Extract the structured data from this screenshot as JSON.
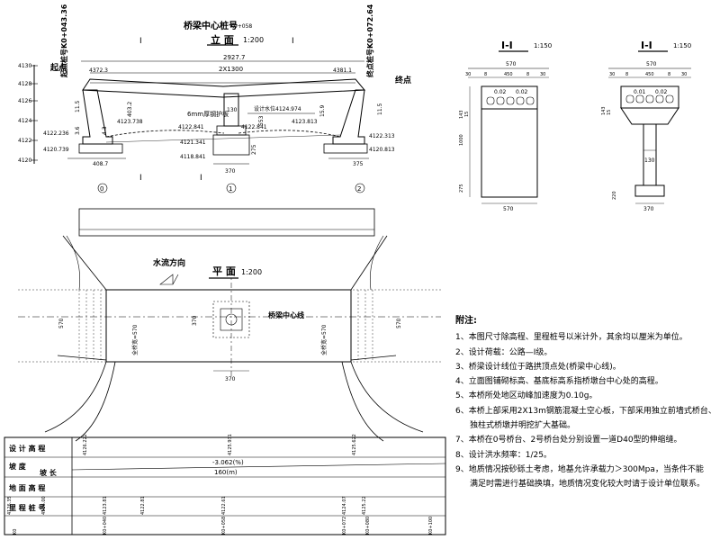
{
  "elevation": {
    "heading": "桥梁中心桩号",
    "heading_station": "K0+058",
    "title": "立 面",
    "scale": "1:200",
    "section_marks": [
      "I",
      "I",
      "I",
      "I"
    ],
    "span_total": "2927.7",
    "span_each": "2X1300",
    "left_station_vertical": "起点桩号K0+043.36",
    "right_station_vertical": "终点桩号K0+072.64",
    "start_label": "起点",
    "end_label": "终点",
    "elev_levels": [
      "4130",
      "4128",
      "4126",
      "4124",
      "4122",
      "4120"
    ],
    "left_deck_elev": "4372.3",
    "right_deck_elev": "4381.1",
    "left_dims": [
      "11.5",
      "3.6"
    ],
    "right_dims": [
      "15.9",
      "11.5"
    ],
    "mid_dims": [
      "403.2",
      "4.3",
      "130"
    ],
    "design_level_label": "设计水位4124.974",
    "left_lower_elev": "4123.738",
    "right_lower_elev": "4123.813",
    "mid_elev_a": "4122.841",
    "mid_elev_b": "4122.841",
    "pier_top_elev": "4121.341",
    "pier_bot_elev": "4118.841",
    "left_foot_elev_a": "4122.236",
    "left_foot_elev_b": "4120.739",
    "right_foot_elev_a": "4122.313",
    "right_foot_elev_b": "4120.813",
    "left_base_dim": "408.7",
    "right_base_dim": "375",
    "pier_base_dim": "370",
    "pier_height_dim": "275",
    "mid_right_dim": "553",
    "bearing_label": "6mm厚钢护板",
    "pier_marks": [
      "0",
      "1",
      "2"
    ]
  },
  "section_left": {
    "title": "I-I",
    "scale": "1:150",
    "total_width": "570",
    "parts": [
      "30",
      "8",
      "450",
      "8",
      "30"
    ],
    "slope": "0.02",
    "slope2": "0.02",
    "side_dims": [
      "143",
      "15",
      "1000"
    ],
    "lower_dim": "275",
    "bottom_width": "570"
  },
  "section_right": {
    "title": "I-I",
    "scale": "1:150",
    "total_width": "570",
    "parts": [
      "30",
      "8",
      "450",
      "8",
      "30"
    ],
    "slope": "0.01",
    "slope2": "0.02",
    "side_dims": [
      "143",
      "15"
    ],
    "col_width": "130",
    "base_dim": "220",
    "base_width": "370"
  },
  "plan": {
    "title": "平 面",
    "scale": "1:200",
    "flow_label": "水流方向",
    "center_line_label": "桥梁中心线",
    "left_side_label": "全桥宽=570",
    "right_side_label": "全桥宽=570",
    "width_dims": [
      "570",
      "570"
    ],
    "pier_width_dim": "370",
    "bottom_dim": "370"
  },
  "profile": {
    "row_labels": [
      "设 计 高 程",
      "坡 度",
      "坡 长",
      "地 面 高 程",
      "里 程 桩 号"
    ],
    "grade_value": "-3.062(%)",
    "grade_length": "160(m)",
    "elev_values": [
      "4126.222",
      "4125.931",
      "4125.622"
    ],
    "ground_values": [
      "4126.35",
      "4126.00",
      "4123.81",
      "4122.81",
      "4122.61",
      "4124.07",
      "4125.22"
    ],
    "station_values": [
      "K0",
      "K0+040",
      "K0+058",
      "K0+072",
      "K0+080",
      "K0+100"
    ]
  },
  "notes": {
    "title": "附注:",
    "items": [
      "1、本图尺寸除高程、里程桩号以米计外，其余均以厘米为单位。",
      "2、设计荷载：公路—Ⅰ级。",
      "3、桥梁设计线位于路拱顶点处(桥梁中心线)。",
      "4、立面图铺砌标高、基底标高系指桥墩台中心处的高程。",
      "5、本桥所处地区动峰加速度为0.10g。",
      "6、本桥上部采用2X13m钢筋混凝土空心板，下部采用独立前墙式桥台、",
      "独柱式桥墩并明挖扩大基础。",
      "7、本桥在0号桥台、2号桥台处分别设置一道D40型的伸缩缝。",
      "8、设计洪水频率：1/25。",
      "9、地质情况按砂砾土考虑，地基允许承载力＞300Mpa，当条件不能",
      "满足时需进行基础换填，地质情况变化较大时请于设计单位联系。"
    ]
  }
}
